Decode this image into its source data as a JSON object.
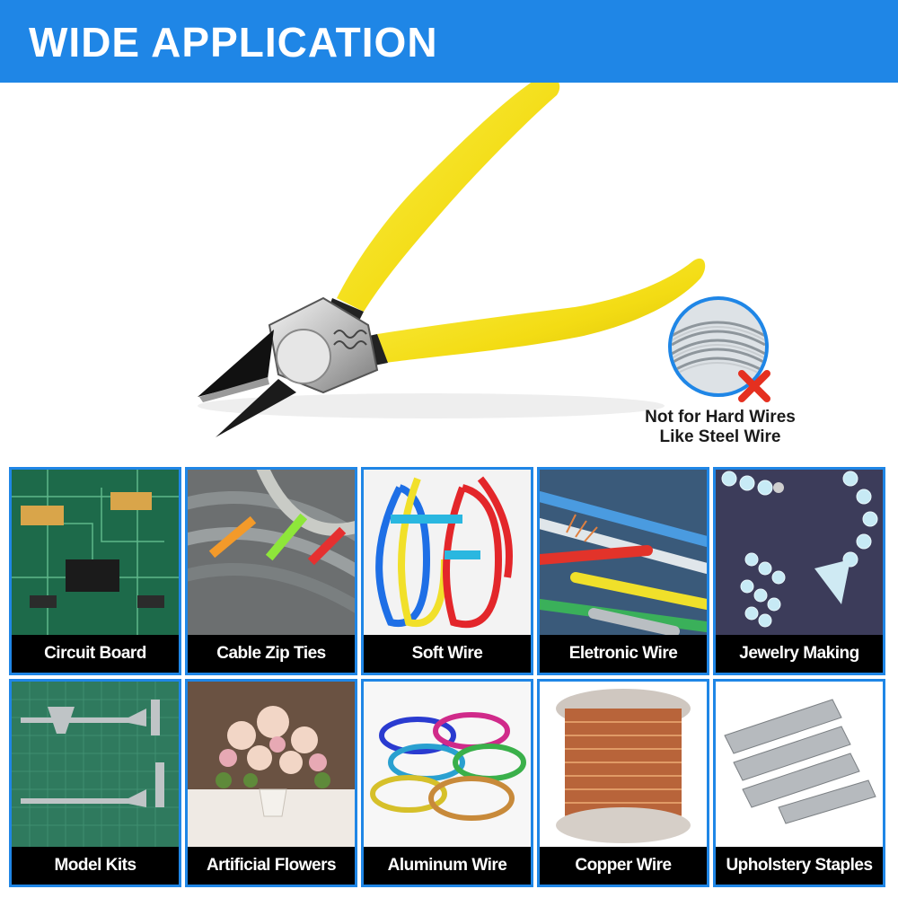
{
  "header": {
    "title": "WIDE APPLICATION"
  },
  "warning": {
    "line1": "Not for Hard Wires",
    "line2": "Like Steel Wire",
    "icon": "x-mark-icon"
  },
  "colors": {
    "accent_blue": "#1f86e6",
    "handle_yellow": "#f5e21f",
    "warning_red": "#e53020",
    "label_black": "#000000"
  },
  "applications": [
    {
      "label": "Circuit Board"
    },
    {
      "label": "Cable Zip Ties"
    },
    {
      "label": "Soft Wire"
    },
    {
      "label": "Eletronic Wire"
    },
    {
      "label": "Jewelry Making"
    },
    {
      "label": "Model Kits"
    },
    {
      "label": "Artificial Flowers"
    },
    {
      "label": "Aluminum Wire"
    },
    {
      "label": "Copper Wire"
    },
    {
      "label": "Upholstery Staples"
    }
  ]
}
